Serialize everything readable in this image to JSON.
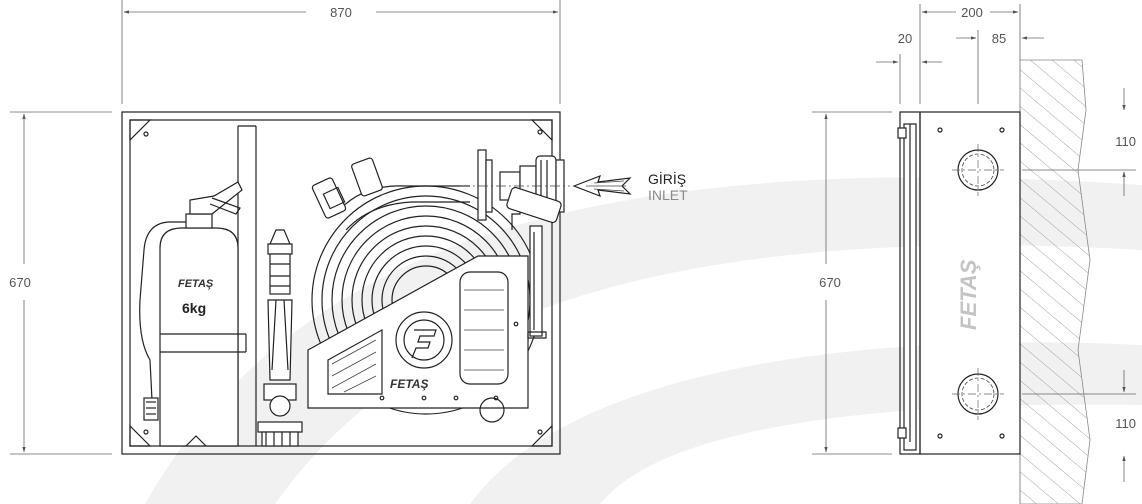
{
  "dimensions": {
    "front_width": "870",
    "front_height": "670",
    "side_height": "670",
    "side_depth": "200",
    "side_front_thickness": "20",
    "side_offset": "85",
    "hole_top_offset": "110",
    "hole_bottom_offset": "110"
  },
  "labels": {
    "inlet_tr": "GİRİŞ",
    "inlet_en": "INLET",
    "extinguisher_capacity": "6kg"
  },
  "branding": {
    "logo_text": "FETAŞ"
  },
  "colors": {
    "line": "#222222",
    "dimension": "#666666",
    "watermark": "#f0f0f0"
  }
}
